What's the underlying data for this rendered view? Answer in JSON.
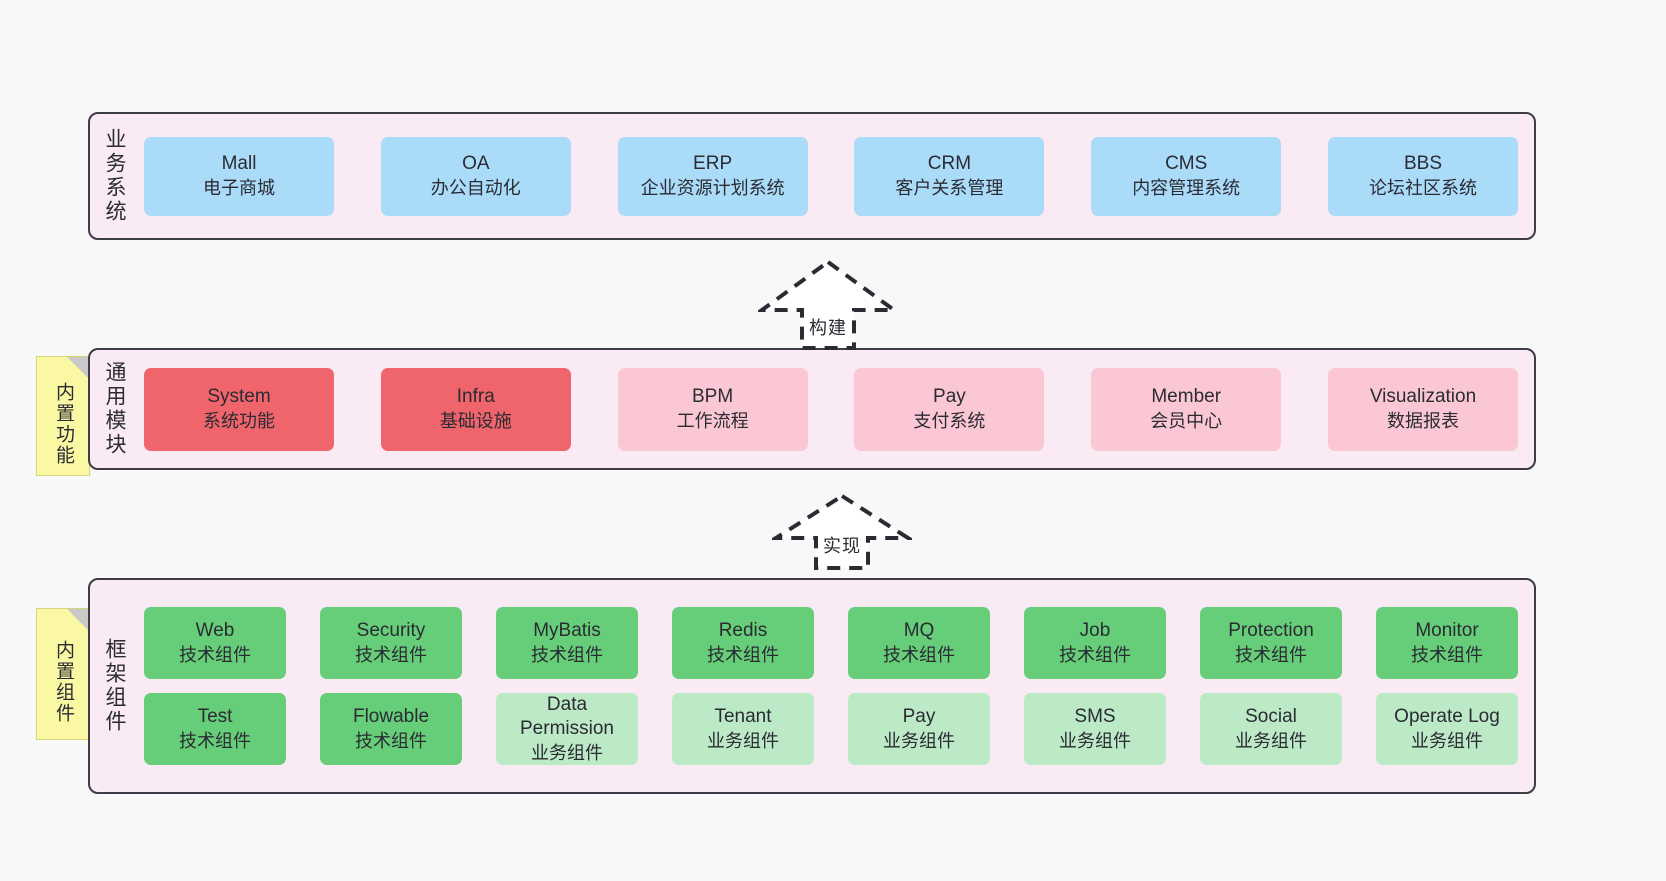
{
  "diagram": {
    "background_color": "#f8f8f8",
    "panel_color": "#f9eaf4",
    "panel_border_color": "#3d3d47",
    "note_color": "#fbf8a4"
  },
  "layers": [
    {
      "id": "business-system",
      "title": "业务系统",
      "note": null,
      "card_color": "#aadcfa",
      "rows": [
        {
          "cards": [
            {
              "title": "Mall",
              "sub": "电子商城",
              "kind": "business"
            },
            {
              "title": "OA",
              "sub": "办公自动化",
              "kind": "business"
            },
            {
              "title": "ERP",
              "sub": "企业资源计划系统",
              "kind": "business"
            },
            {
              "title": "CRM",
              "sub": "客户关系管理",
              "kind": "business"
            },
            {
              "title": "CMS",
              "sub": "内容管理系统",
              "kind": "business"
            },
            {
              "title": "BBS",
              "sub": "论坛社区系统",
              "kind": "business"
            }
          ]
        }
      ]
    },
    {
      "id": "common-module",
      "title": "通用模块",
      "note": "内置功能",
      "card_color_strong": "#f0646b",
      "card_color_soft": "#fbc7d4",
      "rows": [
        {
          "cards": [
            {
              "title": "System",
              "sub": "系统功能",
              "kind": "strong"
            },
            {
              "title": "Infra",
              "sub": "基础设施",
              "kind": "strong"
            },
            {
              "title": "BPM",
              "sub": "工作流程",
              "kind": "soft"
            },
            {
              "title": "Pay",
              "sub": "支付系统",
              "kind": "soft"
            },
            {
              "title": "Member",
              "sub": "会员中心",
              "kind": "soft"
            },
            {
              "title": "Visualization",
              "sub": "数据报表",
              "kind": "soft"
            }
          ]
        }
      ]
    },
    {
      "id": "framework-component",
      "title": "框架组件",
      "note": "内置组件",
      "card_color_tech": "#66ce79",
      "card_color_biz": "#bce9c6",
      "rows": [
        {
          "cards": [
            {
              "title": "Web",
              "sub": "技术组件",
              "kind": "tech"
            },
            {
              "title": "Security",
              "sub": "技术组件",
              "kind": "tech"
            },
            {
              "title": "MyBatis",
              "sub": "技术组件",
              "kind": "tech"
            },
            {
              "title": "Redis",
              "sub": "技术组件",
              "kind": "tech"
            },
            {
              "title": "MQ",
              "sub": "技术组件",
              "kind": "tech"
            },
            {
              "title": "Job",
              "sub": "技术组件",
              "kind": "tech"
            },
            {
              "title": "Protection",
              "sub": "技术组件",
              "kind": "tech"
            },
            {
              "title": "Monitor",
              "sub": "技术组件",
              "kind": "tech"
            }
          ]
        },
        {
          "cards": [
            {
              "title": "Test",
              "sub": "技术组件",
              "kind": "tech"
            },
            {
              "title": "Flowable",
              "sub": "技术组件",
              "kind": "tech"
            },
            {
              "title": "Data\nPermission",
              "sub": "业务组件",
              "kind": "biz"
            },
            {
              "title": "Tenant",
              "sub": "业务组件",
              "kind": "biz"
            },
            {
              "title": "Pay",
              "sub": "业务组件",
              "kind": "biz"
            },
            {
              "title": "SMS",
              "sub": "业务组件",
              "kind": "biz"
            },
            {
              "title": "Social",
              "sub": "业务组件",
              "kind": "biz"
            },
            {
              "title": "Operate Log",
              "sub": "业务组件",
              "kind": "biz"
            }
          ]
        }
      ]
    }
  ],
  "connectors": [
    {
      "id": "build",
      "label": "构建",
      "style": "dashed-hollow-arrow-up"
    },
    {
      "id": "implement",
      "label": "实现",
      "style": "dashed-hollow-arrow-up"
    }
  ]
}
